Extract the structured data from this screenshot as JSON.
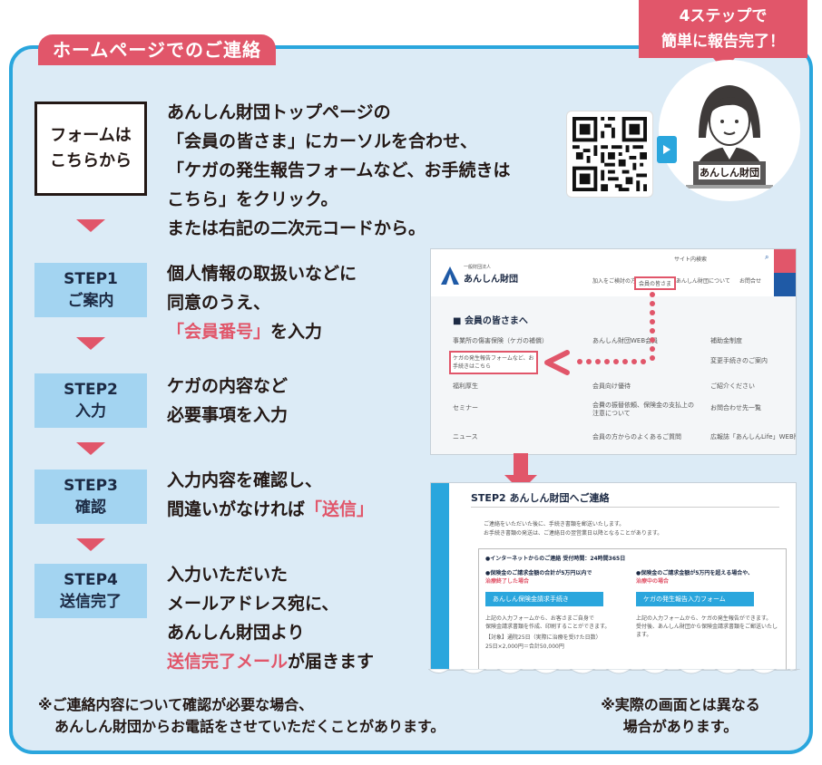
{
  "header": {
    "title": "ホームページでのご連絡"
  },
  "balloon": {
    "line1": "4ステップで",
    "line2": "簡単に報告完了！"
  },
  "avatar": {
    "badge": "あんしん財団"
  },
  "form_box": {
    "line1": "フォームは",
    "line2": "こちらから"
  },
  "intro": {
    "lines": [
      "あんしん財団トップページの",
      "「会員の皆さま」にカーソルを合わせ、",
      "「ケガの発生報告フォームなど、お手続きは",
      "こちら」をクリック。",
      "または右記の二次元コードから。"
    ]
  },
  "steps": [
    {
      "label": "STEP1",
      "sub": "ご案内",
      "lines": [
        "個人情報の取扱いなどに",
        "同意のうえ、"
      ],
      "hl": "「会員番号」",
      "tail": "を入力"
    },
    {
      "label": "STEP2",
      "sub": "入力",
      "lines": [
        "ケガの内容など",
        "必要事項を入力"
      ]
    },
    {
      "label": "STEP3",
      "sub": "確認",
      "lines": [
        "入力内容を確認し、"
      ],
      "pre": "間違いがなければ",
      "hl": "「送信」"
    },
    {
      "label": "STEP4",
      "sub": "送信完了",
      "lines": [
        "入力いただいた",
        "メールアドレス宛に、",
        "あんしん財団より"
      ],
      "hl": "送信完了メール",
      "tail": "が届きます"
    }
  ],
  "notes": {
    "left1": "※ご連絡内容について確認が必要な場合、",
    "left2": "あんしん財団からお電話をさせていただくことがあります。",
    "right1": "※実際の画面とは異なる",
    "right2": "場合があります。"
  },
  "screenshot1": {
    "org_small": "一般財団法人",
    "org": "あんしん財団",
    "site_search": "サイト内検索",
    "nav": [
      "加入をご検討の方",
      "会員の皆さま",
      "あんしん財団について",
      "お問合せ"
    ],
    "section": "会員の皆さまへ",
    "items": [
      "事業所の傷害保険（ケガの補償）",
      "あんしん財団WEB会員",
      "補助金制度",
      "ケガの発生報告フォームなど、お手続きはこちら",
      "変更手続きのご案内",
      "福利厚生",
      "会員向け優待",
      "ご紹介ください",
      "セミナー",
      "会費の振替依頼、保険金の支払上の注意について",
      "お問合わせ先一覧",
      "ニュース",
      "会員の方からのよくあるご質問",
      "広報誌「あんしんLife」WEB版"
    ]
  },
  "screenshot2": {
    "title": "STEP2  あんしん財団へご連絡",
    "intro1": "ご連絡をいただいた後に、手続き書類を郵送いたします。",
    "intro2": "お手続き書類の発送は、ご連絡日の翌営業日以降となることがあります。",
    "box_title": "●インターネットからのご連絡  受付時間：24時間365日",
    "left_head1": "●保険金のご請求金額の合計が5万円以内で",
    "left_head2": "治療終了した場合",
    "left_btn": "あんしん保険金請求手続き",
    "left_body1": "上記の入力フォームから、お客さまご自身で",
    "left_body2": "保険金請求書類を作成、印刷することができます。",
    "left_body3": "【対象】通院25日（実際に治療を受けた日数）",
    "left_body4": "25日×2,000円＝合計50,000円",
    "right_head1": "●保険金のご請求金額が5万円を超える場合や、",
    "right_head2": "治療中の場合",
    "right_btn": "ケガの発生報告入力フォーム",
    "right_body1": "上記の入力フォームから、ケガの発生報告ができます。",
    "right_body2": "受付後、あんしん財団から保険金請求書類をご郵送いたし",
    "right_body3": "ます。"
  },
  "colors": {
    "accent": "#e1566a",
    "border": "#2aa6dd",
    "panel": "#dcebf6",
    "step": "#a3d4f1"
  }
}
